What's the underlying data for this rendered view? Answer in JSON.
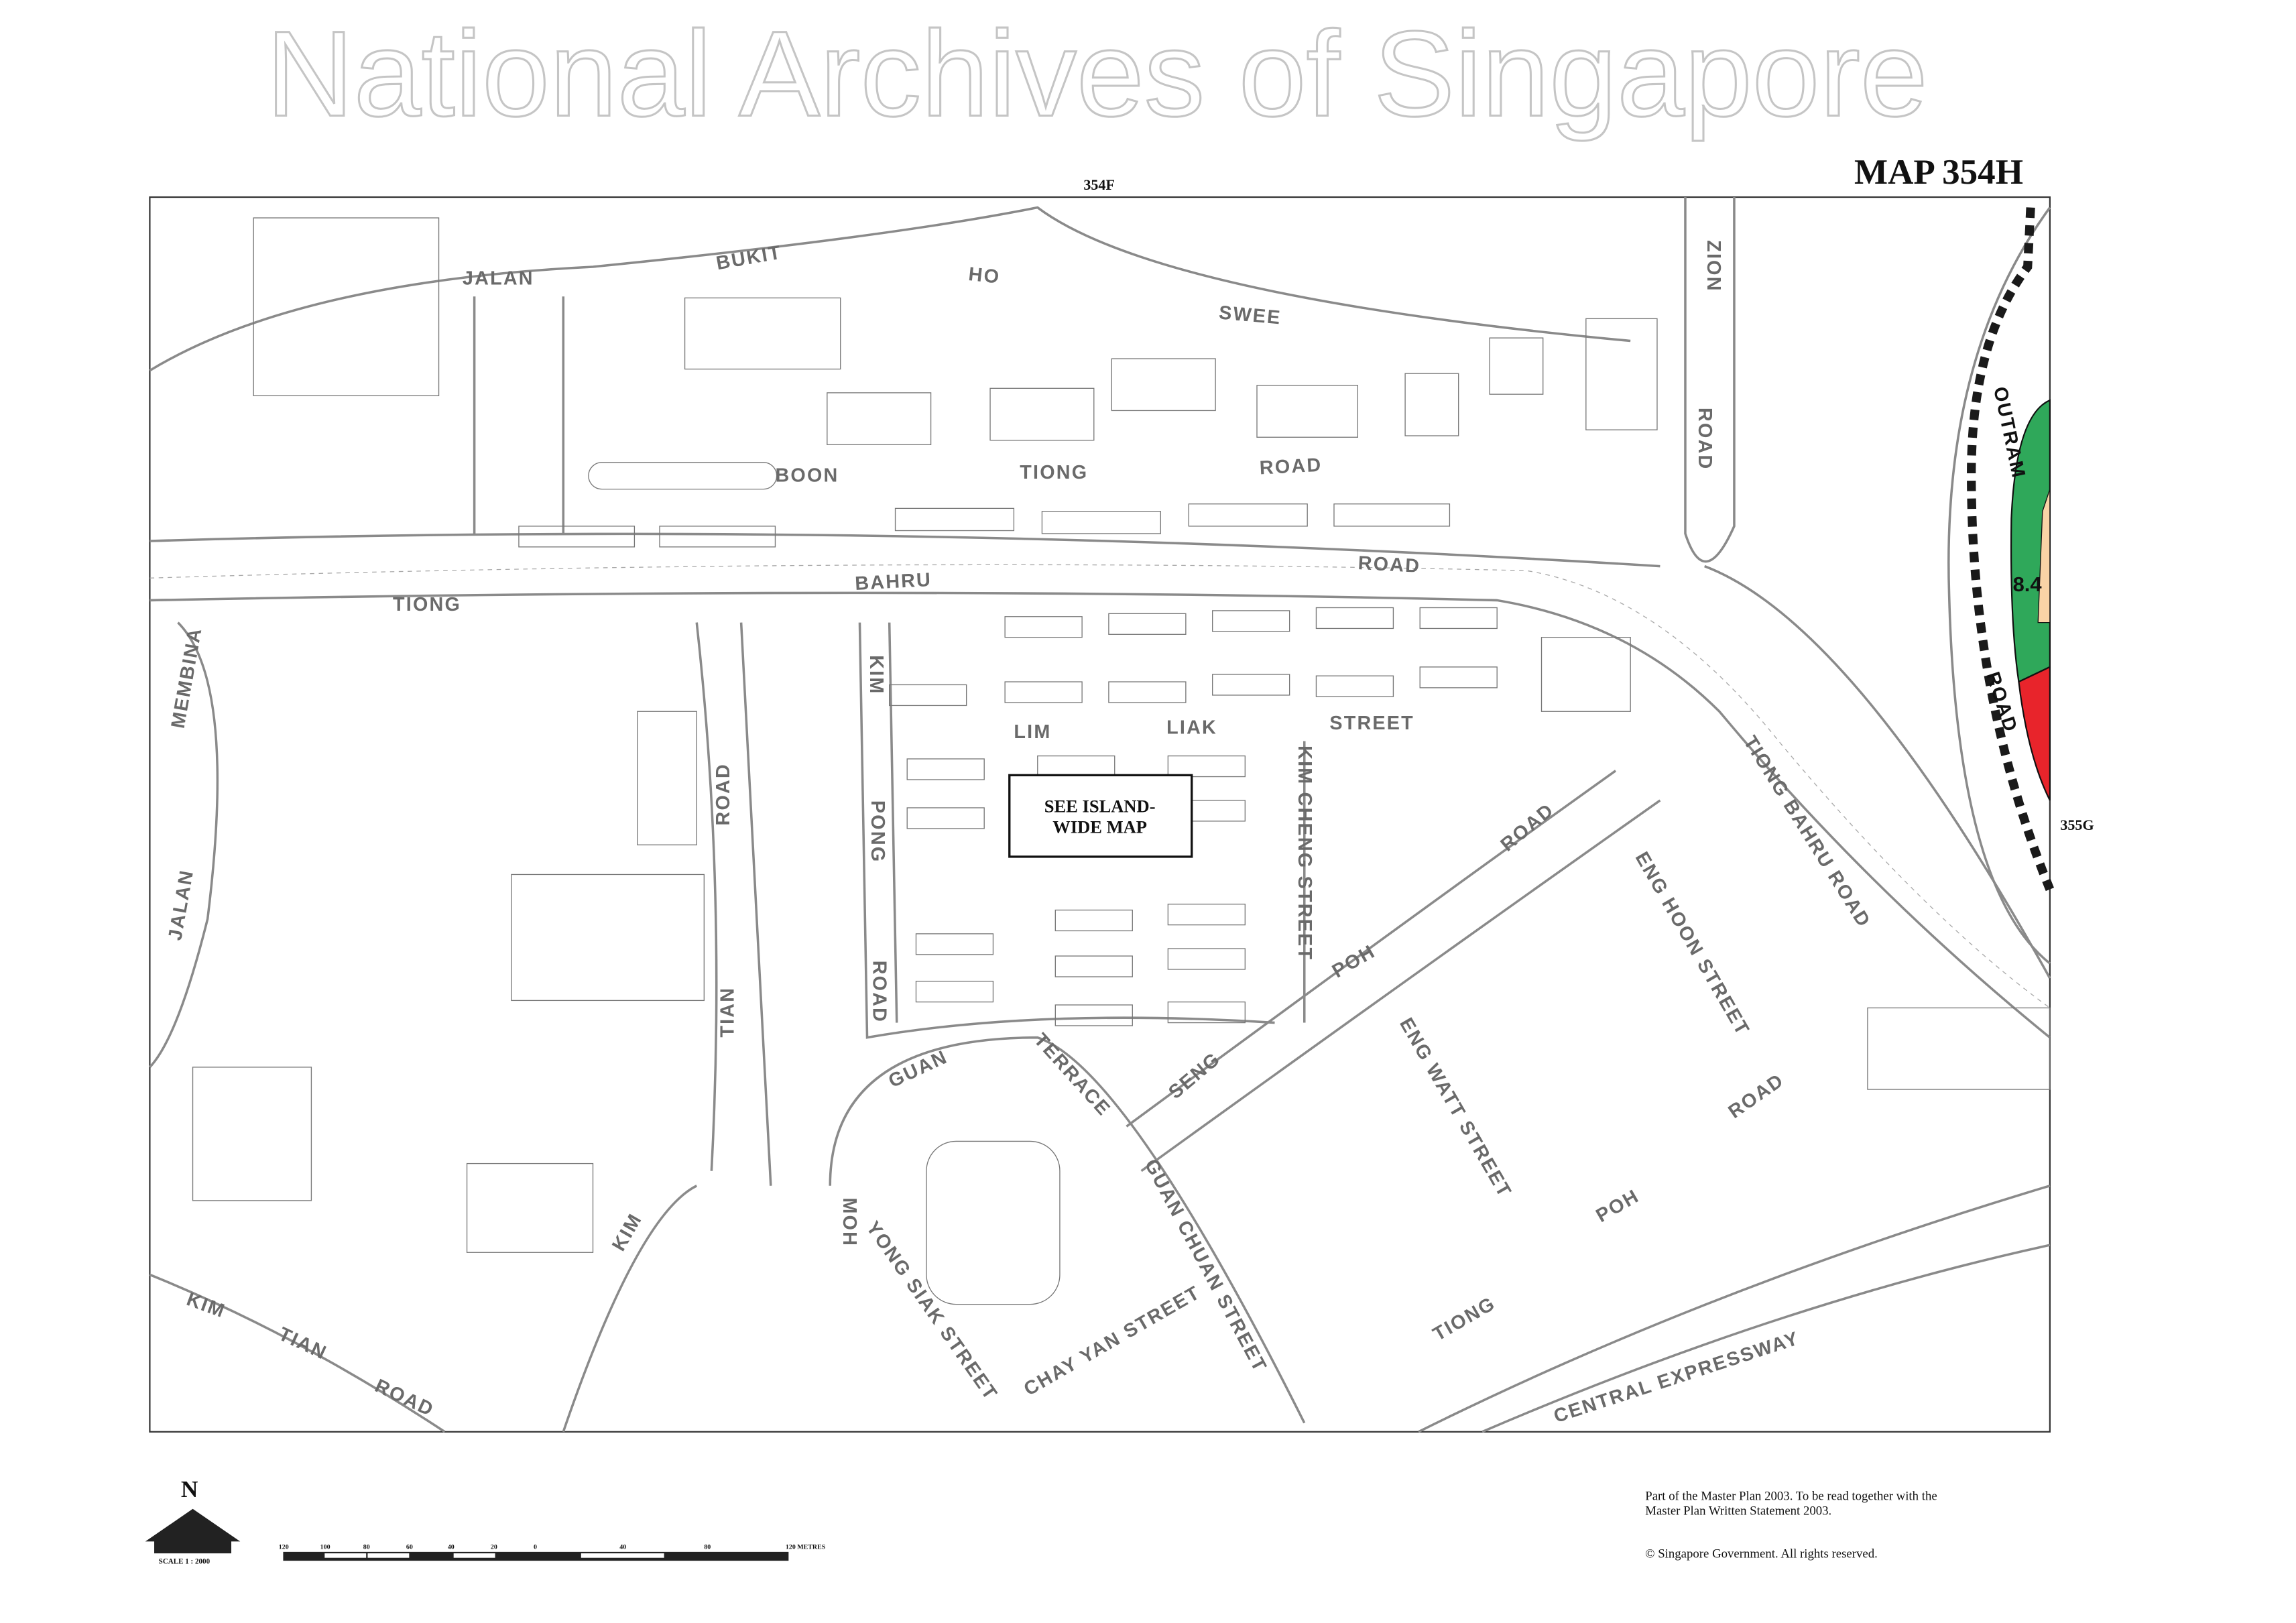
{
  "header": {
    "map_title": "MAP 354H",
    "adjacent_top": "354F",
    "adjacent_right": "355G"
  },
  "watermark": "National Archives of Singapore",
  "notice_box": {
    "line1": "SEE ISLAND-",
    "line2": "WIDE MAP"
  },
  "plot_ratio_label": "8.4",
  "colors": {
    "park": "#2fa85a",
    "commercial": "#e8242b",
    "residential": "#f9d3a6",
    "road": "#8a8a8a",
    "boundary": "#1a1a1a"
  },
  "streets": {
    "jalan_bukit_ho_swee": [
      "JALAN",
      "BUKIT",
      "HO",
      "SWEE"
    ],
    "zion_road": [
      "ZION",
      "ROAD"
    ],
    "boon_tiong_road": [
      "BOON",
      "TIONG",
      "ROAD"
    ],
    "tiong_bahru_road": [
      "TIONG",
      "BAHRU",
      "ROAD"
    ],
    "outram_road": [
      "OUTRAM",
      "ROAD"
    ],
    "membina": "MEMBINA",
    "kim_pong_road": [
      "KIM",
      "PONG",
      "ROAD"
    ],
    "lim_liak_street": [
      "LIM",
      "LIAK",
      "STREET"
    ],
    "kim_tian_road_v": [
      "ROAD",
      "TIAN",
      "KIM"
    ],
    "kim_cheng_street": "KIM CHENG STREET",
    "tiong_bahru_road_diag": "TIONG BAHRU ROAD",
    "seng_poh_road": [
      "ROAD",
      "POH",
      "SENG"
    ],
    "eng_hoon_street": "ENG HOON STREET",
    "jalan": "JALAN",
    "eng_watt_street": "ENG WATT STREET",
    "guan_terrace": [
      "GUAN",
      "TERRACE"
    ],
    "tiong_poh_road": [
      "ROAD",
      "POH",
      "TIONG"
    ],
    "moh": "MOH",
    "guan_chuan_street": "GUAN CHUAN STREET",
    "yong_siak_street": "YONG SIAK STREET",
    "chay_yan_street": "CHAY YAN STREET",
    "central_expressway": "CENTRAL EXPRESSWAY",
    "kim_tian_road_sw": [
      "KIM",
      "TIAN",
      "ROAD"
    ]
  },
  "north_arrow": {
    "label": "N",
    "scale": "SCALE 1 : 2000"
  },
  "scale_bar": {
    "ticks": [
      "120",
      "100",
      "80",
      "60",
      "40",
      "20",
      "0",
      "40",
      "80",
      "120 METRES"
    ]
  },
  "footer": {
    "note_line1": "Part of the Master Plan 2003.  To be read together  with  the",
    "note_line2": "Master Plan Written Statement 2003.",
    "copyright": "© Singapore Government.  All rights reserved."
  }
}
